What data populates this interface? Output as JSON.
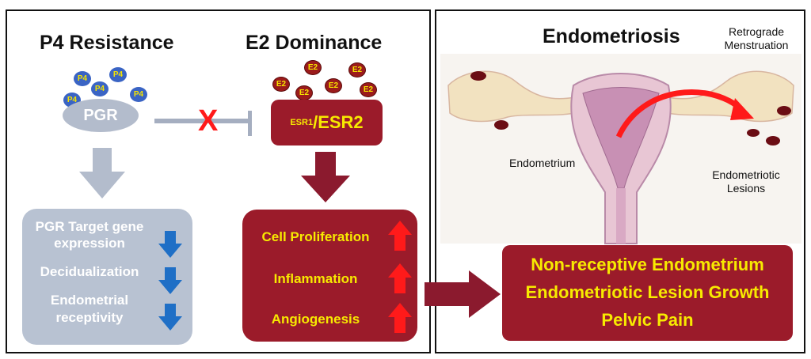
{
  "left": {
    "p4_title": "P4 Resistance",
    "e2_title": "E2 Dominance",
    "p4_ligand": "P4",
    "e2_ligand": "E2",
    "pgr_label": "PGR",
    "blocked_mark": "X",
    "esr_small": "ESR1",
    "esr_large": "/ESR2",
    "pgr_effects": [
      {
        "label": "PGR Target gene expression",
        "line1": "PGR Target gene",
        "line2": "expression",
        "direction": "down"
      },
      {
        "label": "Decidualization",
        "direction": "down"
      },
      {
        "label": "Endometrial receptivity",
        "line1": "Endometrial",
        "line2": "receptivity",
        "direction": "down"
      }
    ],
    "e2_effects": [
      {
        "label": "Cell Proliferation",
        "direction": "up"
      },
      {
        "label": "Inflammation",
        "direction": "up"
      },
      {
        "label": "Angiogenesis",
        "direction": "up"
      }
    ]
  },
  "right": {
    "title": "Endometriosis",
    "retrograde_line1": "Retrograde",
    "retrograde_line2": "Menstruation",
    "endometrium": "Endometrium",
    "lesions_line1": "Endometriotic",
    "lesions_line2": "Lesions",
    "outcomes": [
      "Non-receptive Endometrium",
      "Endometriotic Lesion Growth",
      "Pelvic Pain"
    ]
  },
  "colors": {
    "p4_blue": "#3a64c4",
    "grey": "#b8c2d2",
    "maroon": "#9b1b2a",
    "yellow": "#f7ea00",
    "down_arrow": "#1f6fc6",
    "up_arrow": "#ff1a1a",
    "x_red": "#ff1a1a"
  }
}
